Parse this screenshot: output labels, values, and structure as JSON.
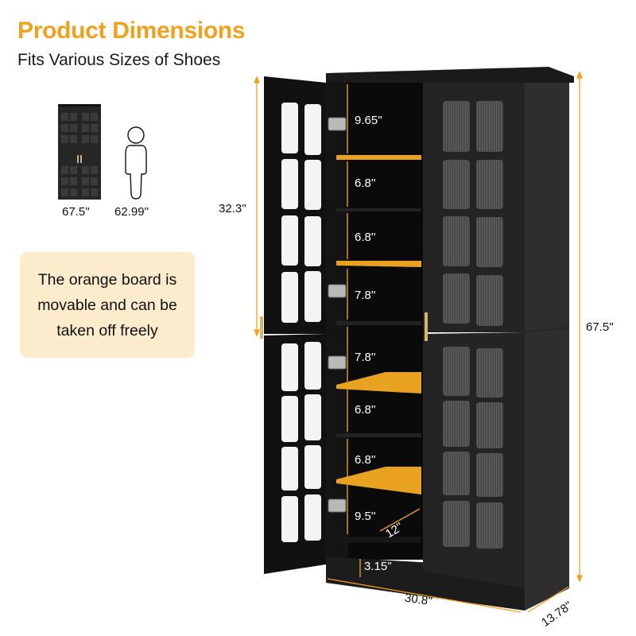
{
  "header": {
    "title": "Product Dimensions",
    "subtitle": "Fits Various Sizes of Shoes"
  },
  "comparison": {
    "cabinet_height": "67.5''",
    "person_height": "62.99''"
  },
  "note": {
    "text": "The orange board is movable and can be taken off freely"
  },
  "dimensions": {
    "door_height": "32.3''",
    "total_height": "67.5''",
    "width": "30.8''",
    "depth": "13.78''",
    "shelf_depth": "12''",
    "base_height": "3.15''",
    "shelf_gaps": [
      "9.65''",
      "6.8''",
      "6.8''",
      "7.8''",
      "7.8''",
      "6.8''",
      "6.8''",
      "9.5''"
    ]
  },
  "colors": {
    "accent": "#F2A11D",
    "cabinet": "#1c1c1c",
    "shelf_orange": "#E9A21F",
    "note_bg": "#FCEBCD"
  }
}
